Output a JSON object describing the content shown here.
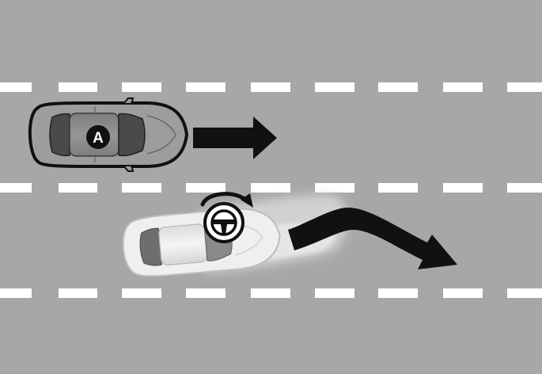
{
  "scene": {
    "road_color": "#a7a7a7",
    "lane_marking_color": "#ffffff",
    "lanes": {
      "upper": {
        "traffic": "vehicle-a",
        "motion": "straight-ahead"
      },
      "lower": {
        "traffic": "white-vehicle",
        "motion": "swerving-into-next-lane"
      }
    }
  },
  "vehicle_a": {
    "label": "A",
    "body_color": "#9d9d9d",
    "outline_color": "#111111",
    "motion_arrow_icon": "arrow-right-icon",
    "arrow_color": "#111111"
  },
  "other_vehicle": {
    "body_color": "#efefef",
    "steering_icon": "steering-wheel-icon",
    "steering_rotation_icon": "rotate-clockwise-icon",
    "path_arrow_icon": "curved-lane-change-arrow-icon",
    "arrow_color": "#111111",
    "motion_blur": true
  }
}
